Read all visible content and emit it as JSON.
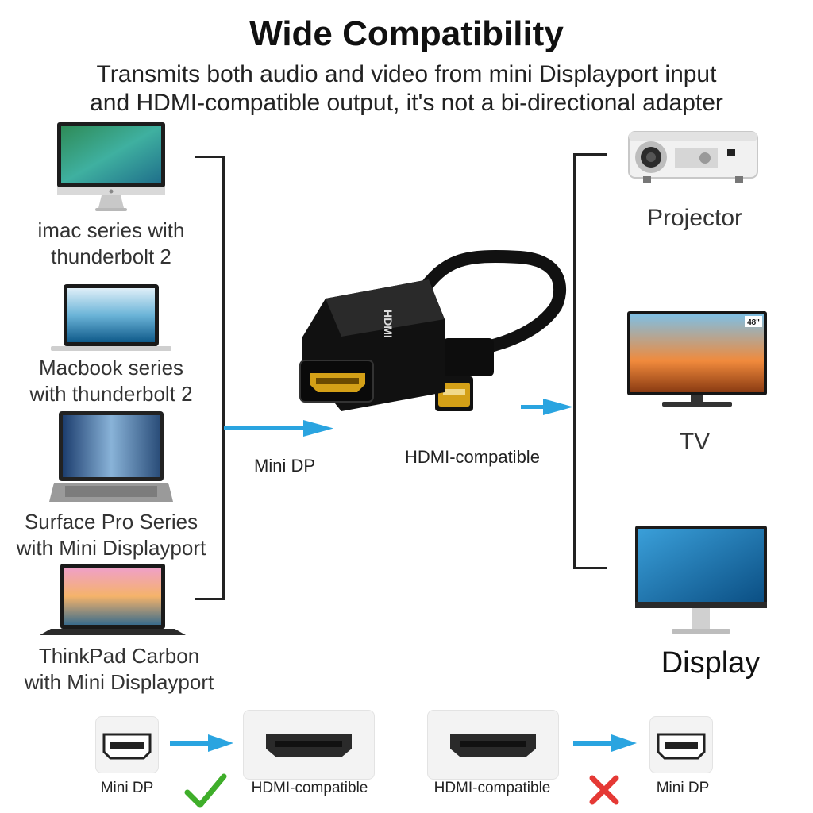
{
  "header": {
    "title": "Wide Compatibility",
    "subtitle_line1": "Transmits both audio and video from mini Displayport input",
    "subtitle_line2": "and HDMI-compatible output, it's not a bi-directional adapter"
  },
  "sources": [
    {
      "line1": "imac series with",
      "line2": "thunderbolt 2",
      "icon": "imac-icon"
    },
    {
      "line1": "Macbook series",
      "line2": "with thunderbolt 2",
      "icon": "macbook-icon"
    },
    {
      "line1": "Surface Pro Series",
      "line2": "with Mini Displayport",
      "icon": "surface-pro-icon"
    },
    {
      "line1": "ThinkPad Carbon",
      "line2": "with Mini Displayport",
      "icon": "thinkpad-icon"
    }
  ],
  "outputs": [
    {
      "label": "Projector",
      "icon": "projector-icon"
    },
    {
      "label": "TV",
      "icon": "tv-icon"
    },
    {
      "label": "Display",
      "icon": "monitor-icon"
    }
  ],
  "adapter": {
    "input_label": "Mini DP",
    "output_label": "HDMI-compatible",
    "housing_text": "HDMI"
  },
  "tv_badge": "48\"",
  "direction_demo": {
    "valid": {
      "from": "Mini DP",
      "to": "HDMI-compatible",
      "mark": "check-icon"
    },
    "invalid": {
      "from": "HDMI-compatible",
      "to": "Mini DP",
      "mark": "cross-icon"
    }
  },
  "colors": {
    "arrow": "#2aa4e0",
    "check": "#3fae2a",
    "cross": "#e53935",
    "connector_gold": "#d4a017"
  }
}
